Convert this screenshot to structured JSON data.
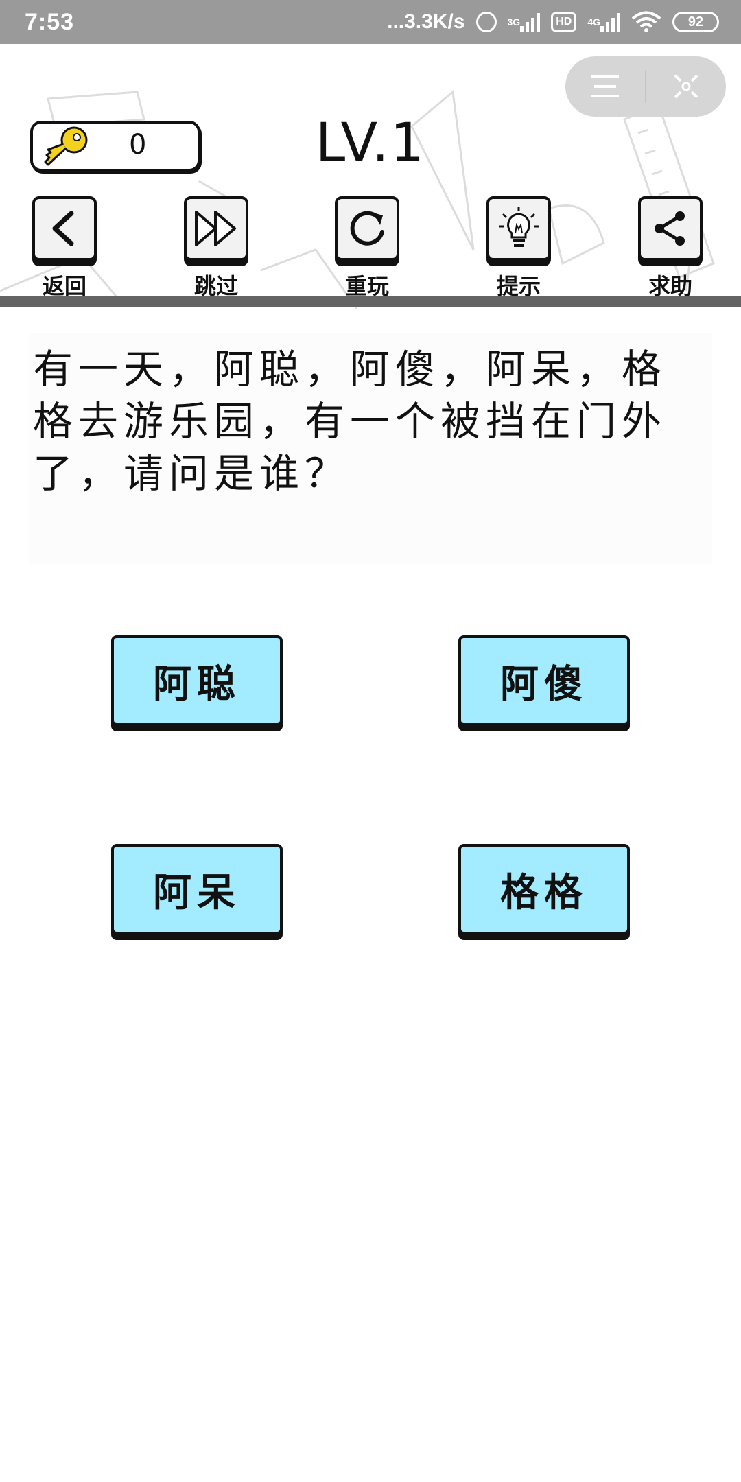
{
  "status_bar": {
    "time": "7:53",
    "network_speed": "...3.3K/s",
    "network_3g": "3G",
    "hd": "HD",
    "network_4g": "4G",
    "battery": "92"
  },
  "header": {
    "key_count": "0",
    "level": "LV.1"
  },
  "toolbar": {
    "items": [
      {
        "label": "返回",
        "icon": "back-icon"
      },
      {
        "label": "跳过",
        "icon": "skip-icon"
      },
      {
        "label": "重玩",
        "icon": "replay-icon"
      },
      {
        "label": "提示",
        "icon": "lightbulb-icon"
      },
      {
        "label": "求助",
        "icon": "share-icon"
      }
    ]
  },
  "question": {
    "text": "有一天，阿聪，阿傻，阿呆，格格去游乐园，有一个被挡在门外了，请问是谁？"
  },
  "answers": [
    "阿聪",
    "阿傻",
    "阿呆",
    "格格"
  ],
  "colors": {
    "answer_bg": "#a3ecff",
    "status_bar_bg": "#9a9a9a",
    "divider": "#646464"
  }
}
